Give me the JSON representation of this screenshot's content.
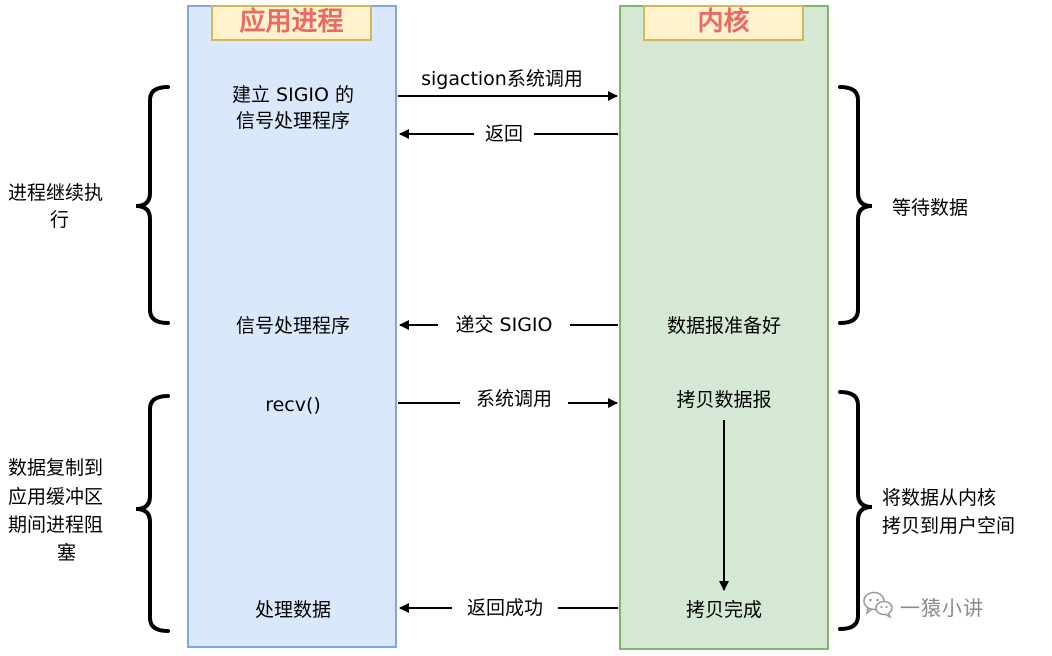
{
  "lanes": {
    "app": {
      "title": "应用进程"
    },
    "kernel": {
      "title": "内核"
    }
  },
  "app_steps": {
    "setup_line1": "建立 SIGIO 的",
    "setup_line2": "信号处理程序",
    "handler": "信号处理程序",
    "recv": "recv()",
    "process": "处理数据"
  },
  "kernel_steps": {
    "data_ready": "数据报准备好",
    "copy_datagram": "拷贝数据报",
    "copy_done": "拷贝完成"
  },
  "messages": {
    "sigaction": "sigaction系统调用",
    "return1": "返回",
    "deliver": "递交 SIGIO",
    "syscall": "系统调用",
    "return_ok": "返回成功"
  },
  "left_notes": {
    "continue_line1": "进程继续执",
    "continue_line2": "行",
    "blocked_line1": "数据复制到",
    "blocked_line2": "应用缓冲区",
    "blocked_line3": "期间进程阻",
    "blocked_line4": "塞"
  },
  "right_notes": {
    "wait": "等待数据",
    "copy_line1": "将数据从内核",
    "copy_line2": "拷贝到用户空间"
  },
  "watermark": {
    "text": "一猿小讲",
    "icon": "wechat-icon"
  },
  "colors": {
    "app_fill": "#dae8fc",
    "app_stroke": "#7ea6e0",
    "kernel_fill": "#d5e8d4",
    "kernel_stroke": "#82b366",
    "header_fill": "#fff2cc",
    "header_stroke": "#d6b656",
    "header_text": "#ea6b66"
  }
}
